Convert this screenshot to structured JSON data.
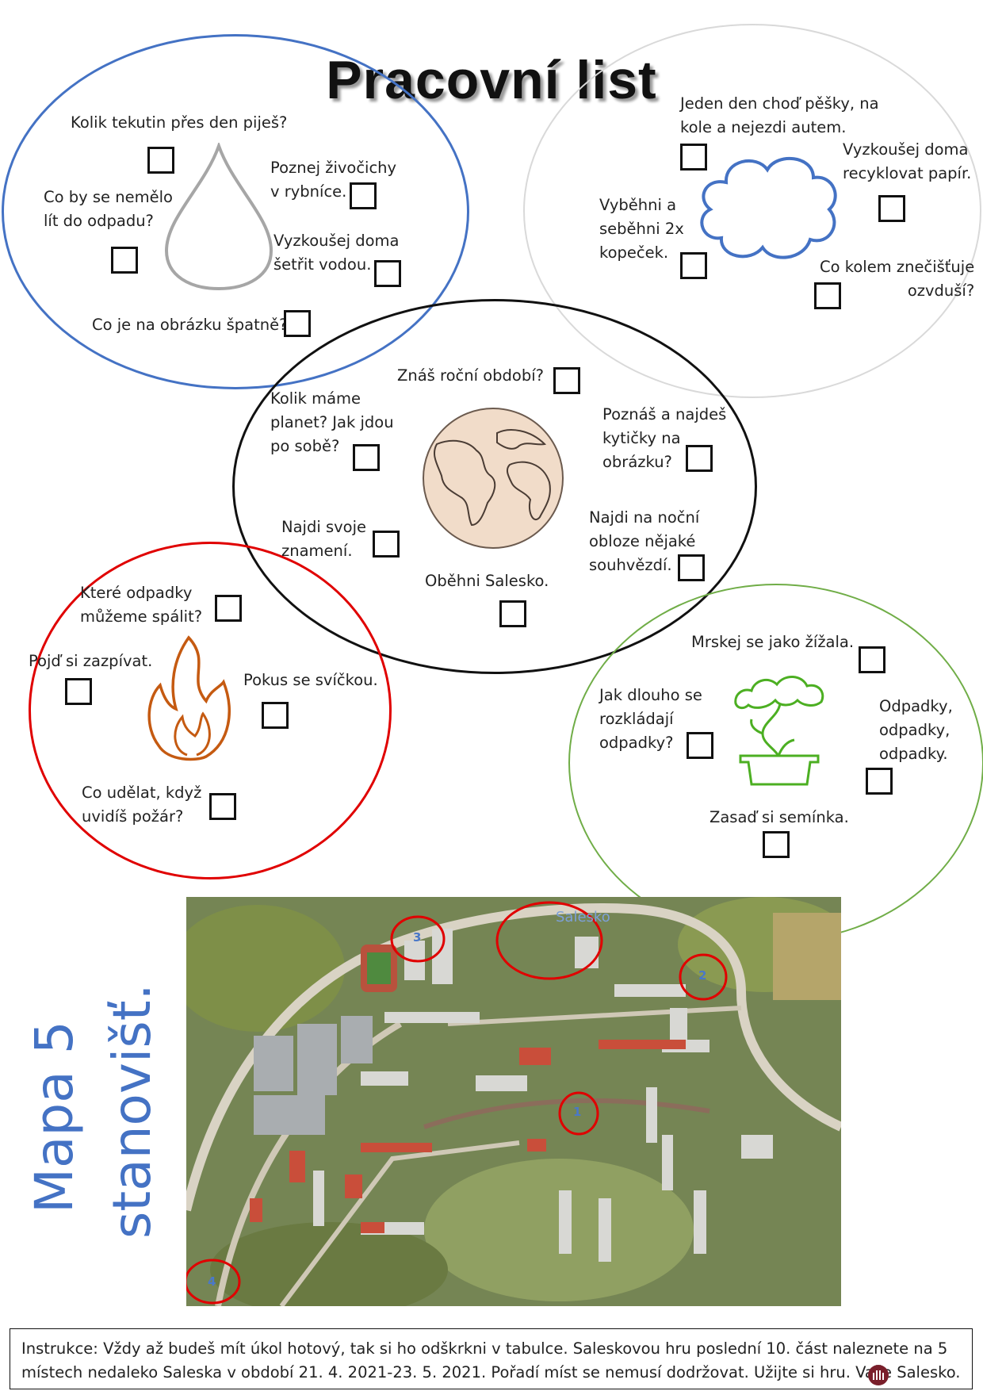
{
  "title": "Pracovní list",
  "water": {
    "tasks": [
      "Kolik tekutin přes den piješ?",
      "Poznej živočichy\nv rybníce.",
      "Co by se nemělo\nlít do odpadu?",
      "Vyzkoušej doma\nšetřit vodou.",
      "Co je na obrázku špatně?"
    ]
  },
  "air": {
    "tasks": [
      "Jeden den choď pěšky, na\nkole a nejezdi autem.",
      "Vyzkoušej doma\nrecyklovat papír.",
      "Vyběhni a\nseběhni 2x\nkopeček.",
      "Co kolem znečišťuje\nozvduší?"
    ]
  },
  "earth": {
    "tasks": [
      "Znáš roční období?",
      "Kolik máme\nplanet? Jak jdou\npo sobě?",
      "Poznáš a najdeš\nkytičky na\nobrázku?",
      "Najdi svoje\nznamení.",
      "Najdi na noční\nobloze nějaké\nsouhvězdí.",
      "Oběhni Salesko."
    ]
  },
  "fire": {
    "tasks": [
      "Které odpadky\nmůžeme spálit?",
      "Pojď si zazpívat.",
      "Pokus se svíčkou.",
      "Co udělat, když\nuvidíš požár?"
    ]
  },
  "plants": {
    "tasks": [
      "Mrskej se jako žížala.",
      "Jak dlouho se\nrozkládají\nodpadky?",
      "Odpadky,\nodpadky,\nodpadky.",
      "Zasaď si semínka."
    ]
  },
  "map": {
    "label_line1": "Mapa 5",
    "label_line2": "stanovišť.",
    "place_label": "Salesko",
    "markers": [
      "1",
      "2",
      "3",
      "4"
    ]
  },
  "instructions": "Instrukce: Vždy až budeš mít úkol hotový, tak si ho odškrkni v tabulce. Saleskovou hru poslední 10. část naleznete na 5 místech nedaleko Saleska v období 21. 4. 2021-23. 5. 2021. Pořadí míst se nemusí dodržovat.  Užijte si hru. Vaše Salesko.",
  "colors": {
    "water_ring": "#4472c4",
    "air_ring": "#d9d9d9",
    "earth_ring": "#111111",
    "fire_ring": "#e00000",
    "plants_ring": "#70ad47",
    "map_label": "#4472c4"
  },
  "icons": [
    "water-drop-icon",
    "cloud-icon",
    "earth-globe-icon",
    "flame-icon",
    "bonsai-tree-icon",
    "salesko-logo-icon"
  ]
}
